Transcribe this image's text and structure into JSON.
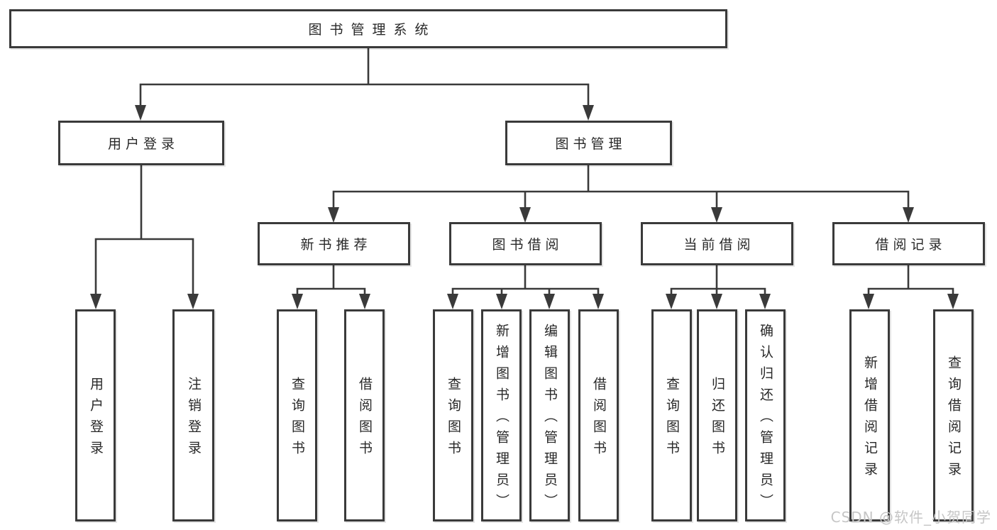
{
  "nodes": {
    "root": "图书管理系统",
    "user_login": "用户登录",
    "book_management": "图书管理",
    "new_book_recommend": "新书推荐",
    "book_borrow": "图书借阅",
    "current_borrow": "当前借阅",
    "borrow_record": "借阅记录",
    "leaf_user_login": "用户登录",
    "leaf_logout": "注销登录",
    "leaf_query_book_recommend": "查询图书",
    "leaf_borrow_book_recommend": "借阅图书",
    "leaf_query_book_borrow": "查询图书",
    "leaf_add_book_admin": "新增图书（管理员）",
    "leaf_edit_book_admin": "编辑图书（管理员）",
    "leaf_borrow_book_borrow": "借阅图书",
    "leaf_query_book_current": "查询图书",
    "leaf_return_book": "归还图书",
    "leaf_confirm_return_admin": "确认归还（管理员）",
    "leaf_add_borrow_record": "新增借阅记录",
    "leaf_query_borrow_record": "查询借阅记录"
  },
  "watermark": "CSDN @软件_小贺同学",
  "colors": {
    "line": "#3a3a3a",
    "text": "#282828",
    "watermark": "#c6c6c6"
  }
}
